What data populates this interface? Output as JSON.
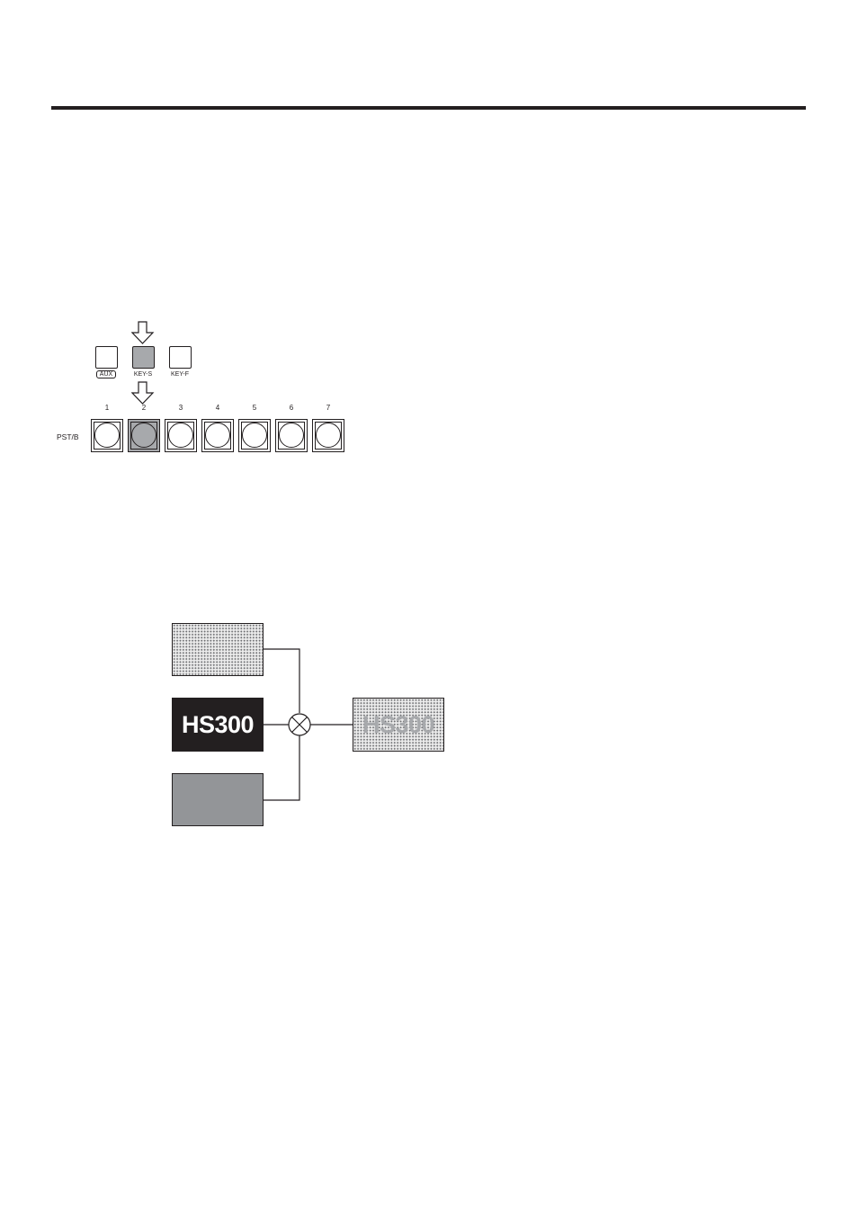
{
  "panel": {
    "row_label": "PST/B",
    "upper_buttons": [
      {
        "label": "AUX",
        "selected": false
      },
      {
        "label": "KEY-S",
        "selected": true
      },
      {
        "label": "KEY-F",
        "selected": false
      }
    ],
    "crosspoints": [
      {
        "label": "1",
        "selected": false
      },
      {
        "label": "2",
        "selected": true
      },
      {
        "label": "3",
        "selected": false
      },
      {
        "label": "4",
        "selected": false
      },
      {
        "label": "5",
        "selected": false
      },
      {
        "label": "6",
        "selected": false
      },
      {
        "label": "7",
        "selected": false
      }
    ]
  },
  "diagram": {
    "key_fill_text": "HS300",
    "output_text": "HS300"
  },
  "colors": {
    "ink": "#231f20",
    "selected_button": "#a7a9ac",
    "key_background": "#939598",
    "key_source": "#231f20"
  }
}
